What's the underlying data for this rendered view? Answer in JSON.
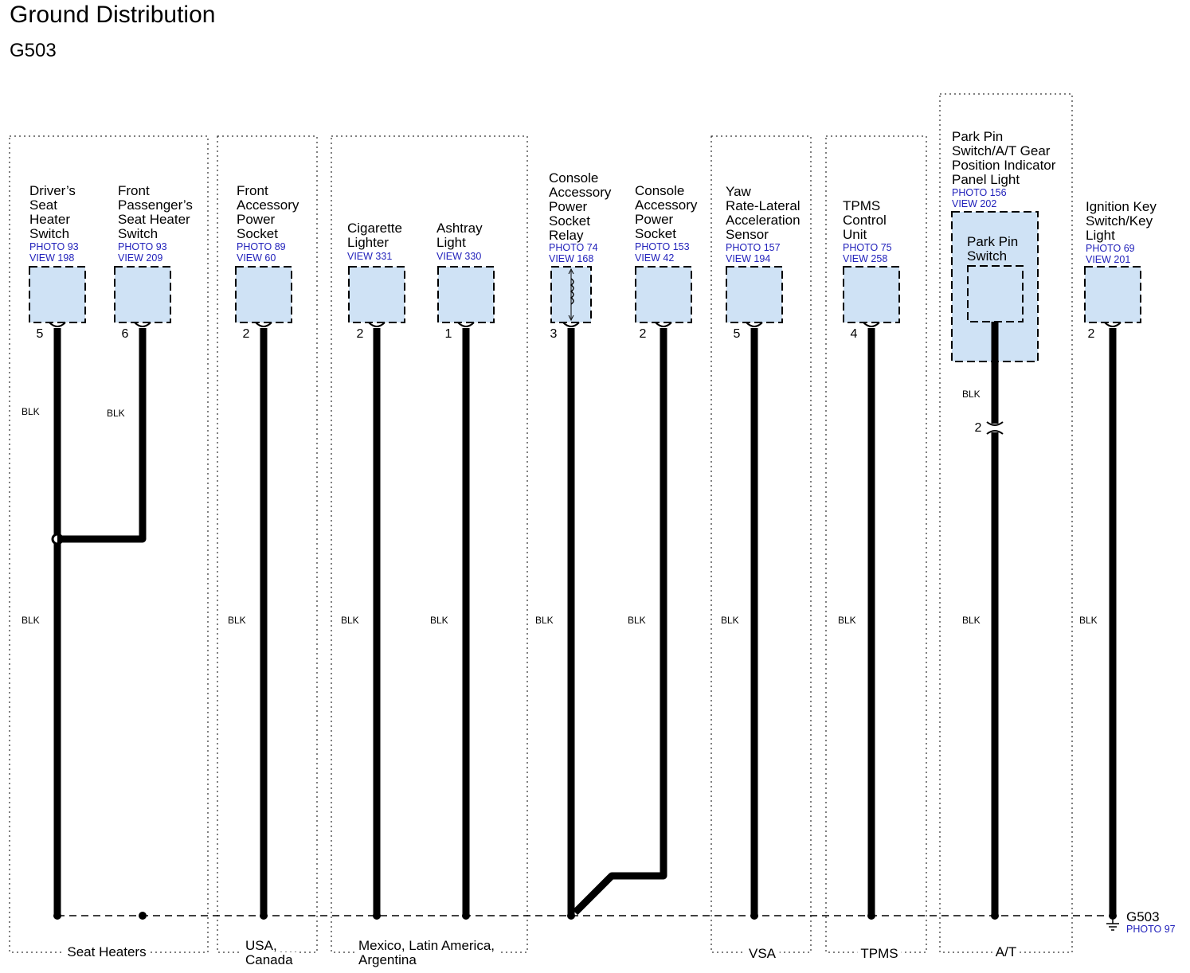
{
  "title": "Ground Distribution",
  "subtitle": "G503",
  "colors": {
    "connector_fill": "#cfe2f5",
    "ref_text": "#2222bb",
    "wire": "#000000"
  },
  "components": [
    {
      "id": "c1",
      "name": [
        "Driver’s",
        "Seat",
        "Heater",
        "Switch"
      ],
      "refs": [
        "PHOTO 93",
        "VIEW 198"
      ],
      "pin": "5",
      "wire_top": "BLK",
      "wire_bottom": "BLK"
    },
    {
      "id": "c2",
      "name": [
        "Front",
        "Passenger’s",
        "Seat Heater",
        "Switch"
      ],
      "refs": [
        "PHOTO 93",
        "VIEW 209"
      ],
      "pin": "6",
      "wire_top": "BLK"
    },
    {
      "id": "c3",
      "name": [
        "Front",
        "Accessory",
        "Power",
        "Socket"
      ],
      "refs": [
        "PHOTO 89",
        "VIEW 60"
      ],
      "pin": "2",
      "wire_bottom": "BLK"
    },
    {
      "id": "c4",
      "name": [
        "Cigarette",
        "Lighter"
      ],
      "refs": [
        "VIEW 331"
      ],
      "pin": "2",
      "wire_bottom": "BLK"
    },
    {
      "id": "c5",
      "name": [
        "Ashtray",
        "Light"
      ],
      "refs": [
        "VIEW 330"
      ],
      "pin": "1",
      "wire_bottom": "BLK"
    },
    {
      "id": "c6",
      "name": [
        "Console",
        "Accessory",
        "Power",
        "Socket",
        "Relay"
      ],
      "refs": [
        "PHOTO 74",
        "VIEW 168"
      ],
      "pin": "3",
      "wire_bottom": "BLK"
    },
    {
      "id": "c7",
      "name": [
        "Console",
        "Accessory",
        "Power",
        "Socket"
      ],
      "refs": [
        "PHOTO 153",
        "VIEW 42"
      ],
      "pin": "2",
      "wire_bottom": "BLK"
    },
    {
      "id": "c8",
      "name": [
        "Yaw",
        "Rate-Lateral",
        "Acceleration",
        "Sensor"
      ],
      "refs": [
        "PHOTO 157",
        "VIEW 194"
      ],
      "pin": "5",
      "wire_bottom": "BLK"
    },
    {
      "id": "c9",
      "name": [
        "TPMS",
        "Control",
        "Unit"
      ],
      "refs": [
        "PHOTO 75",
        "VIEW 258"
      ],
      "pin": "4",
      "wire_bottom": "BLK"
    },
    {
      "id": "c10",
      "name": [
        "Park Pin",
        "Switch/A/T Gear",
        "Position Indicator",
        "Panel Light"
      ],
      "refs": [
        "PHOTO 156",
        "VIEW 202"
      ],
      "inner_name": [
        "Park Pin",
        "Switch"
      ],
      "pin": "2",
      "wire_top": "BLK",
      "wire_bottom": "BLK"
    },
    {
      "id": "c11",
      "name": [
        "Ignition Key",
        "Switch/Key",
        "Light"
      ],
      "refs": [
        "PHOTO 69",
        "VIEW 201"
      ],
      "pin": "2",
      "wire_bottom": "BLK"
    }
  ],
  "groups": [
    {
      "id": "g1",
      "label": [
        "Seat Heaters"
      ]
    },
    {
      "id": "g2",
      "label": [
        "USA,",
        "Canada"
      ]
    },
    {
      "id": "g3",
      "label": [
        "Mexico, Latin America,",
        "Argentina"
      ]
    },
    {
      "id": "g4",
      "label": [
        "VSA"
      ]
    },
    {
      "id": "g5",
      "label": [
        "TPMS"
      ]
    },
    {
      "id": "g6",
      "label": [
        "A/T"
      ]
    }
  ],
  "ground": {
    "name": "G503",
    "ref": "PHOTO 97"
  }
}
